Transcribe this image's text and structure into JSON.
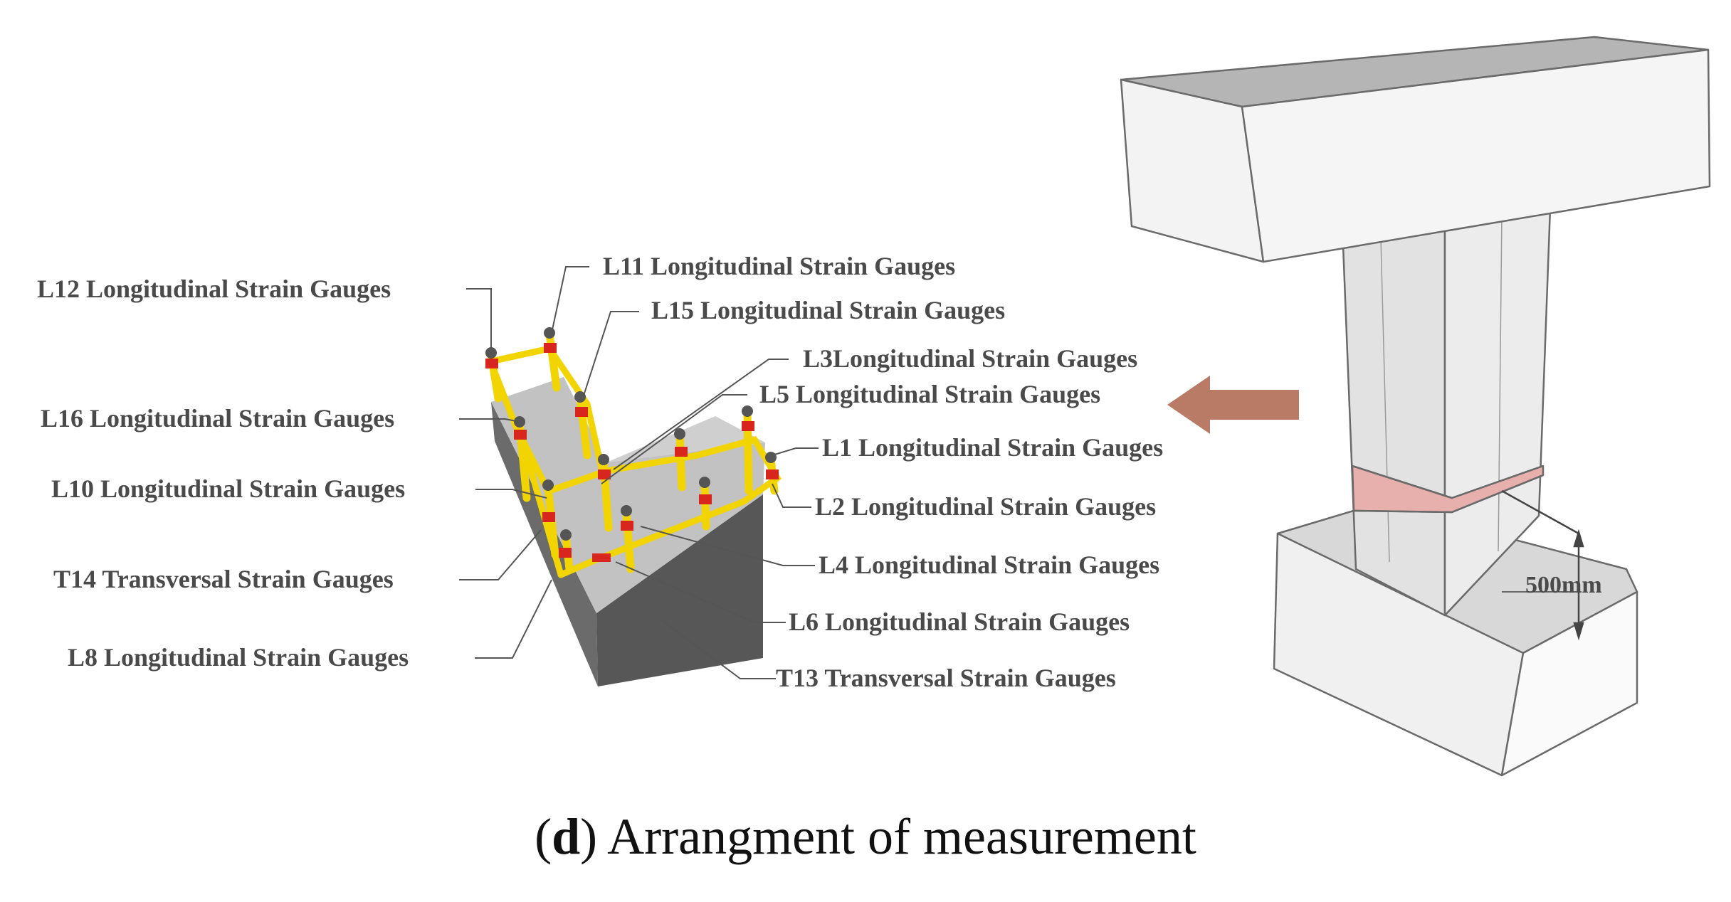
{
  "gauges": [
    {
      "id": "L12",
      "label": "L12 Longitudinal Strain Gauges"
    },
    {
      "id": "L11",
      "label": "L11 Longitudinal Strain Gauges"
    },
    {
      "id": "L15",
      "label": "L15 Longitudinal Strain Gauges"
    },
    {
      "id": "L3",
      "label": "L3Longitudinal Strain Gauges"
    },
    {
      "id": "L5",
      "label": "L5 Longitudinal Strain Gauges"
    },
    {
      "id": "L16",
      "label": "L16 Longitudinal Strain Gauges"
    },
    {
      "id": "L1",
      "label": "L1 Longitudinal Strain Gauges"
    },
    {
      "id": "L10",
      "label": "L10 Longitudinal Strain Gauges"
    },
    {
      "id": "L2",
      "label": "L2 Longitudinal Strain Gauges"
    },
    {
      "id": "T14",
      "label": "T14 Transversal Strain Gauges"
    },
    {
      "id": "L4",
      "label": "L4 Longitudinal Strain Gauges"
    },
    {
      "id": "L6",
      "label": "L6 Longitudinal Strain Gauges"
    },
    {
      "id": "L8",
      "label": "L8 Longitudinal Strain Gauges"
    },
    {
      "id": "T13",
      "label": "T13 Transversal Strain Gauges"
    }
  ],
  "dimension": "500mm",
  "caption": {
    "letter": "d",
    "text": " Arrangment of measurement"
  },
  "colors": {
    "rebar": "#f2d500",
    "gauge": "#d8261f",
    "concrete_dark": "#5f5f5f",
    "concrete_top": "#bdbdbd",
    "highlight_band": "#e8b0ac",
    "arrow": "#b97b65"
  }
}
